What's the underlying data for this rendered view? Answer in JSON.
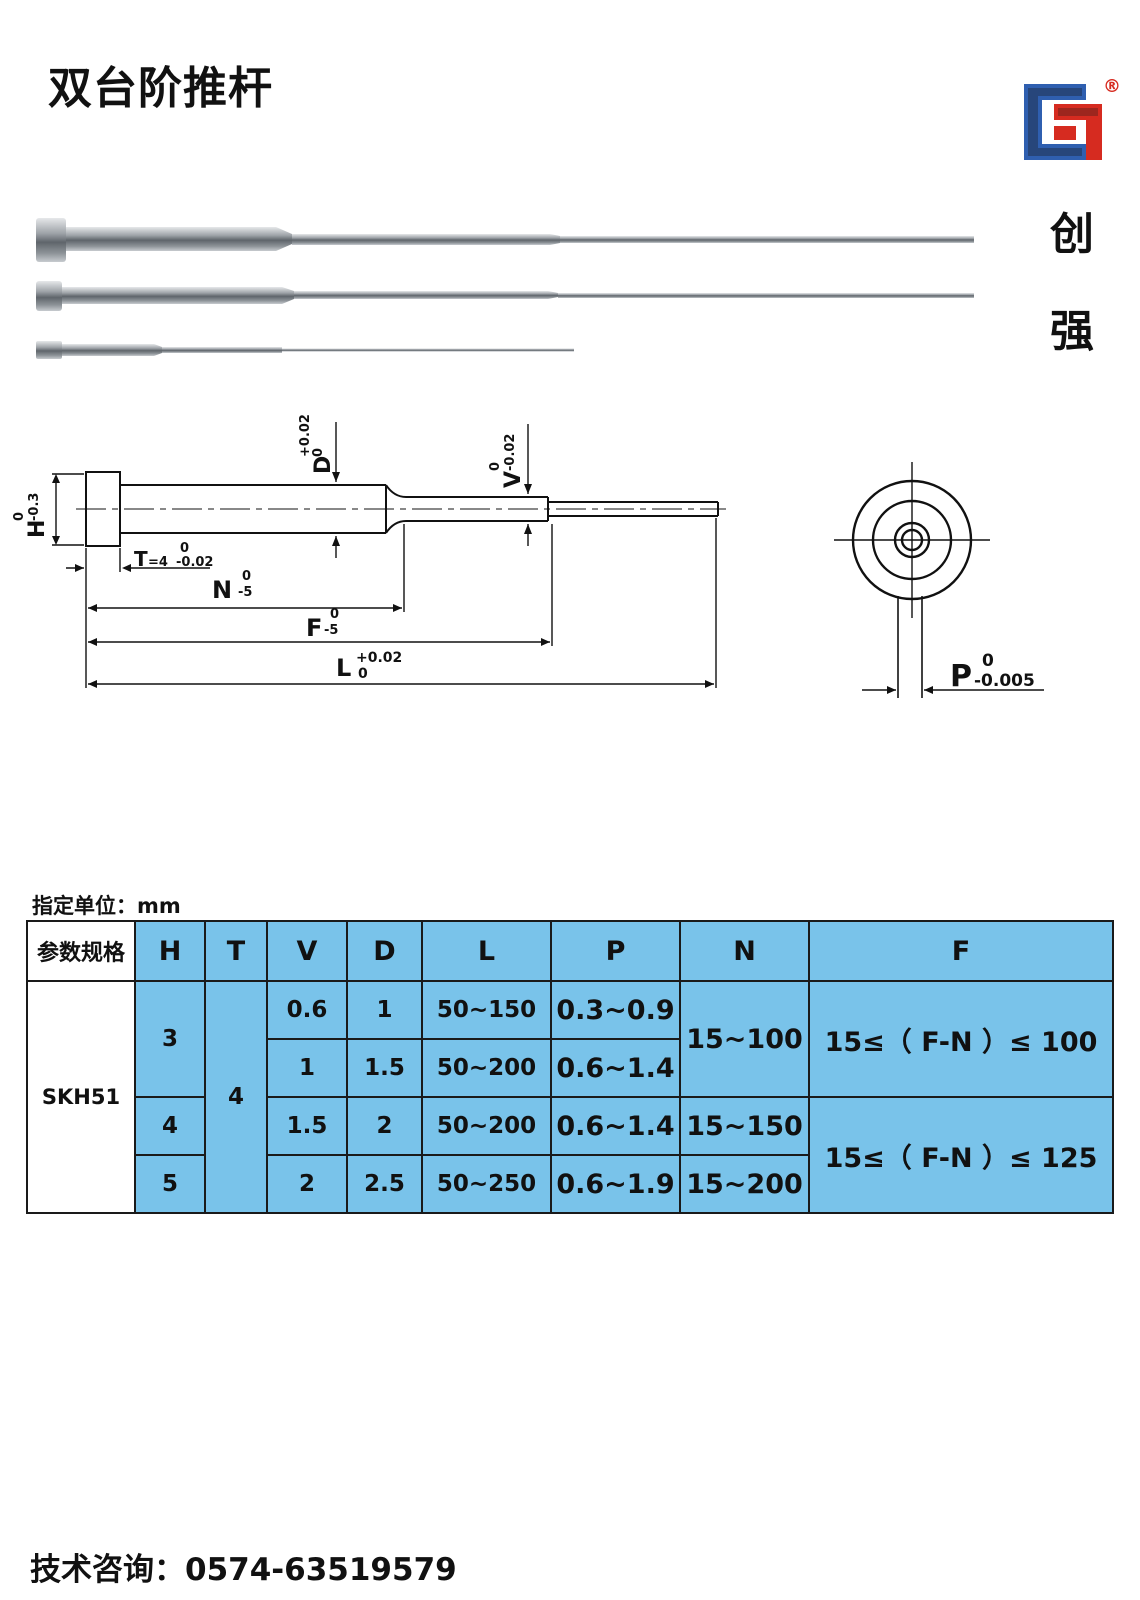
{
  "title": "双台阶推杆",
  "brand": {
    "logo_icon": "cq-logo-icon",
    "registered_mark": "®",
    "chars": [
      "创",
      "强"
    ],
    "colors": {
      "blue": "#2f5fb0",
      "red": "#d62b20",
      "dark": "#1a1a1a"
    }
  },
  "drawing": {
    "labels": {
      "h": "H",
      "h_tol_upper": "0",
      "h_tol_lower": "-0.3",
      "d": "D",
      "d_tol_upper": "+0.02",
      "d_tol_lower": "0",
      "v": "V",
      "v_tol_upper": "0",
      "v_tol_lower": "-0.02",
      "t": "T",
      "t_value": "=4",
      "t_tol_upper": "0",
      "t_tol_lower": "-0.02",
      "n": "N",
      "n_tol_upper": "0",
      "n_tol_lower": "-5",
      "f": "F",
      "f_tol_upper": "0",
      "f_tol_lower": "-5",
      "l": "L",
      "l_tol_upper": "+0.02",
      "l_tol_lower": "0",
      "p": "P",
      "p_tol_upper": "0",
      "p_tol_lower": "-0.005"
    }
  },
  "unit_label": "指定单位：mm",
  "table": {
    "headers": [
      "参数规格",
      "H",
      "T",
      "V",
      "D",
      "L",
      "P",
      "N",
      "F"
    ],
    "material": "SKH51",
    "t_value": "4",
    "h_values": [
      "3",
      "4",
      "5"
    ],
    "rows": [
      {
        "v": "0.6",
        "d": "1",
        "l": "50~150",
        "p": "0.3~0.9"
      },
      {
        "v": "1",
        "d": "1.5",
        "l": "50~200",
        "p": "0.6~1.4"
      },
      {
        "v": "1.5",
        "d": "2",
        "l": "50~200",
        "p": "0.6~1.4"
      },
      {
        "v": "2",
        "d": "2.5",
        "l": "50~250",
        "p": "0.6~1.9"
      }
    ],
    "n_values": [
      "15~100",
      "15~150",
      "15~200"
    ],
    "f_values": [
      "15≤（ F-N ）≤ 100",
      "15≤（ F-N ）≤ 125"
    ]
  },
  "contact": "技术咨询：0574-63519579"
}
